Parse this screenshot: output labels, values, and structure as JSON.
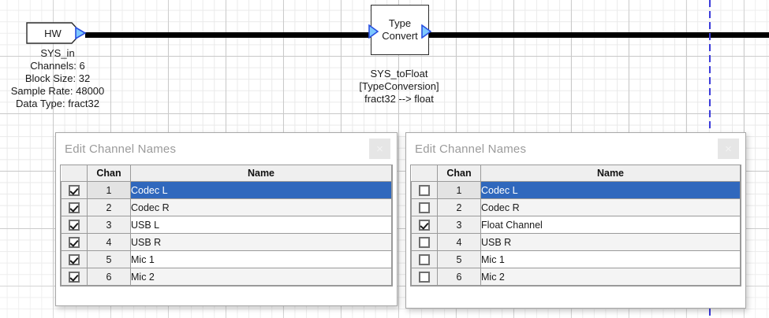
{
  "canvas": {
    "marker_color": "#3b3bdb",
    "wire_color": "#000000"
  },
  "blocks": [
    {
      "id": "hw",
      "label": "HW",
      "caption": "SYS_in\nChannels: 6\nBlock Size: 32\nSample Rate: 48000\nData Type: fract32",
      "shape": "flag",
      "port_color": "#2a4fe0"
    },
    {
      "id": "type-convert",
      "label": "Type\nConvert",
      "caption": "SYS_toFloat\n[TypeConversion]\nfract32 --> float",
      "shape": "rect",
      "port_color": "#2a4fe0"
    }
  ],
  "dialogs": [
    {
      "id": "left",
      "title": "Edit Channel Names",
      "close_label": "×",
      "columns": [
        "",
        "Chan",
        "Name"
      ],
      "rows": [
        {
          "checked": true,
          "chan": "1",
          "name": "Codec L",
          "selected": true
        },
        {
          "checked": true,
          "chan": "2",
          "name": "Codec R",
          "selected": false
        },
        {
          "checked": true,
          "chan": "3",
          "name": "USB L",
          "selected": false
        },
        {
          "checked": true,
          "chan": "4",
          "name": "USB R",
          "selected": false
        },
        {
          "checked": true,
          "chan": "5",
          "name": "Mic 1",
          "selected": false
        },
        {
          "checked": true,
          "chan": "6",
          "name": "Mic 2",
          "selected": false
        }
      ]
    },
    {
      "id": "right",
      "title": "Edit Channel Names",
      "close_label": "×",
      "columns": [
        "",
        "Chan",
        "Name"
      ],
      "rows": [
        {
          "checked": false,
          "chan": "1",
          "name": "Codec L",
          "selected": true
        },
        {
          "checked": false,
          "chan": "2",
          "name": "Codec R",
          "selected": false
        },
        {
          "checked": true,
          "chan": "3",
          "name": "Float Channel",
          "selected": false
        },
        {
          "checked": false,
          "chan": "4",
          "name": "USB R",
          "selected": false
        },
        {
          "checked": false,
          "chan": "5",
          "name": "Mic 1",
          "selected": false
        },
        {
          "checked": false,
          "chan": "6",
          "name": "Mic 2",
          "selected": false
        }
      ]
    }
  ],
  "colors": {
    "selection": "#3068bd",
    "grid_minor": "#e9e9e9",
    "grid_major": "#c9c9c9"
  }
}
